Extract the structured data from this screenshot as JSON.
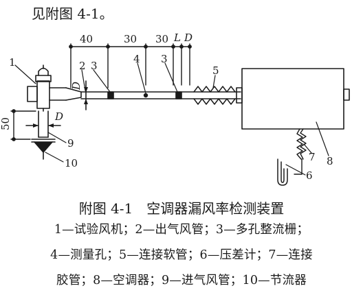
{
  "intro_text": "见附图 4-1。",
  "figure": {
    "dimensions": {
      "d40": "40",
      "d30a": "30",
      "d30b": "30",
      "L": "L",
      "D": "D",
      "d50": "50",
      "D_left": "D",
      "D_vert": "D"
    },
    "part_labels": {
      "p1": "1",
      "p2": "2",
      "p3a": "3",
      "p4": "4",
      "p3b": "3",
      "p5": "5",
      "p6": "6",
      "p7": "7",
      "p8": "8",
      "p9": "9",
      "p10": "10"
    }
  },
  "caption": "附图 4-1　空调器漏风率检测装置",
  "legend_lines": [
    "1—试验风机；2—出气风管；3—多孔整流栅；",
    "4—测量孔；5—连接软管；6—压差计；7—连接",
    "胶管；8—空调器；9—进气风管；10—节流器"
  ],
  "colors": {
    "ink": "#1a1a1a",
    "background": "#ffffff"
  }
}
